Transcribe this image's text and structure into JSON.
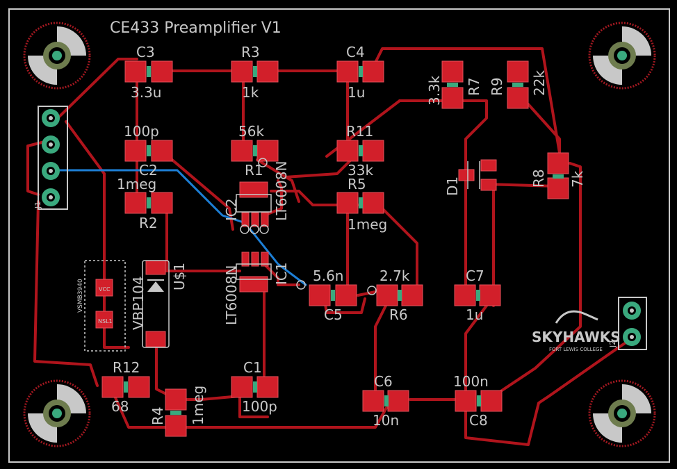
{
  "board": {
    "title": "CE433 Preamplifier V1",
    "logo": {
      "top": "SKYHAWKS",
      "bottom": "FORT LEWIS COLLEGE"
    }
  },
  "components": {
    "C3": {
      "name": "C3",
      "value": "3.3u"
    },
    "R3": {
      "name": "R3",
      "value": "1k"
    },
    "C4": {
      "name": "C4",
      "value": "1u"
    },
    "R7": {
      "name": "R7",
      "value": "3.3k"
    },
    "R9": {
      "name": "R9",
      "value": "22k"
    },
    "C2": {
      "name": "C2",
      "value": "100p"
    },
    "R1": {
      "name": "R1",
      "value": "56k"
    },
    "R11": {
      "name": "R11",
      "value": "33k"
    },
    "R2": {
      "name": "R2",
      "value": "1meg"
    },
    "R5": {
      "name": "R5",
      "value": "1meg"
    },
    "D1": {
      "name": "D1"
    },
    "R8": {
      "name": "R8",
      "value": "7k"
    },
    "IC2": {
      "name": "IC2",
      "value": "LT6008N"
    },
    "IC1": {
      "name": "IC1",
      "value": "LT6008N"
    },
    "U1": {
      "name": "U$1",
      "value": "VBP104"
    },
    "C5": {
      "name": "C5",
      "value": "5.6n"
    },
    "R6": {
      "name": "R6",
      "value": "2.7k"
    },
    "C7": {
      "name": "C7",
      "value": "1u"
    },
    "R12": {
      "name": "R12",
      "value": "68"
    },
    "R4": {
      "name": "R4",
      "value": "1meg"
    },
    "C1": {
      "name": "C1",
      "value": "100p"
    },
    "C6": {
      "name": "C6",
      "value": "10n"
    },
    "C8": {
      "name": "C8",
      "value": "100n"
    },
    "J1": {
      "name": "J1"
    },
    "J2": {
      "name": "J2"
    }
  },
  "part_labels": {
    "vcc": "VCC",
    "nsl1": "NSL1",
    "vbp_code": "VSMB3940"
  },
  "colors": {
    "background": "#000000",
    "trace_top": "#b0141c",
    "trace_bottom": "#1d7fd6",
    "pad": "#d21f2a",
    "silkscreen": "#c8c8c8",
    "board_outline": "#c8c8c8"
  }
}
